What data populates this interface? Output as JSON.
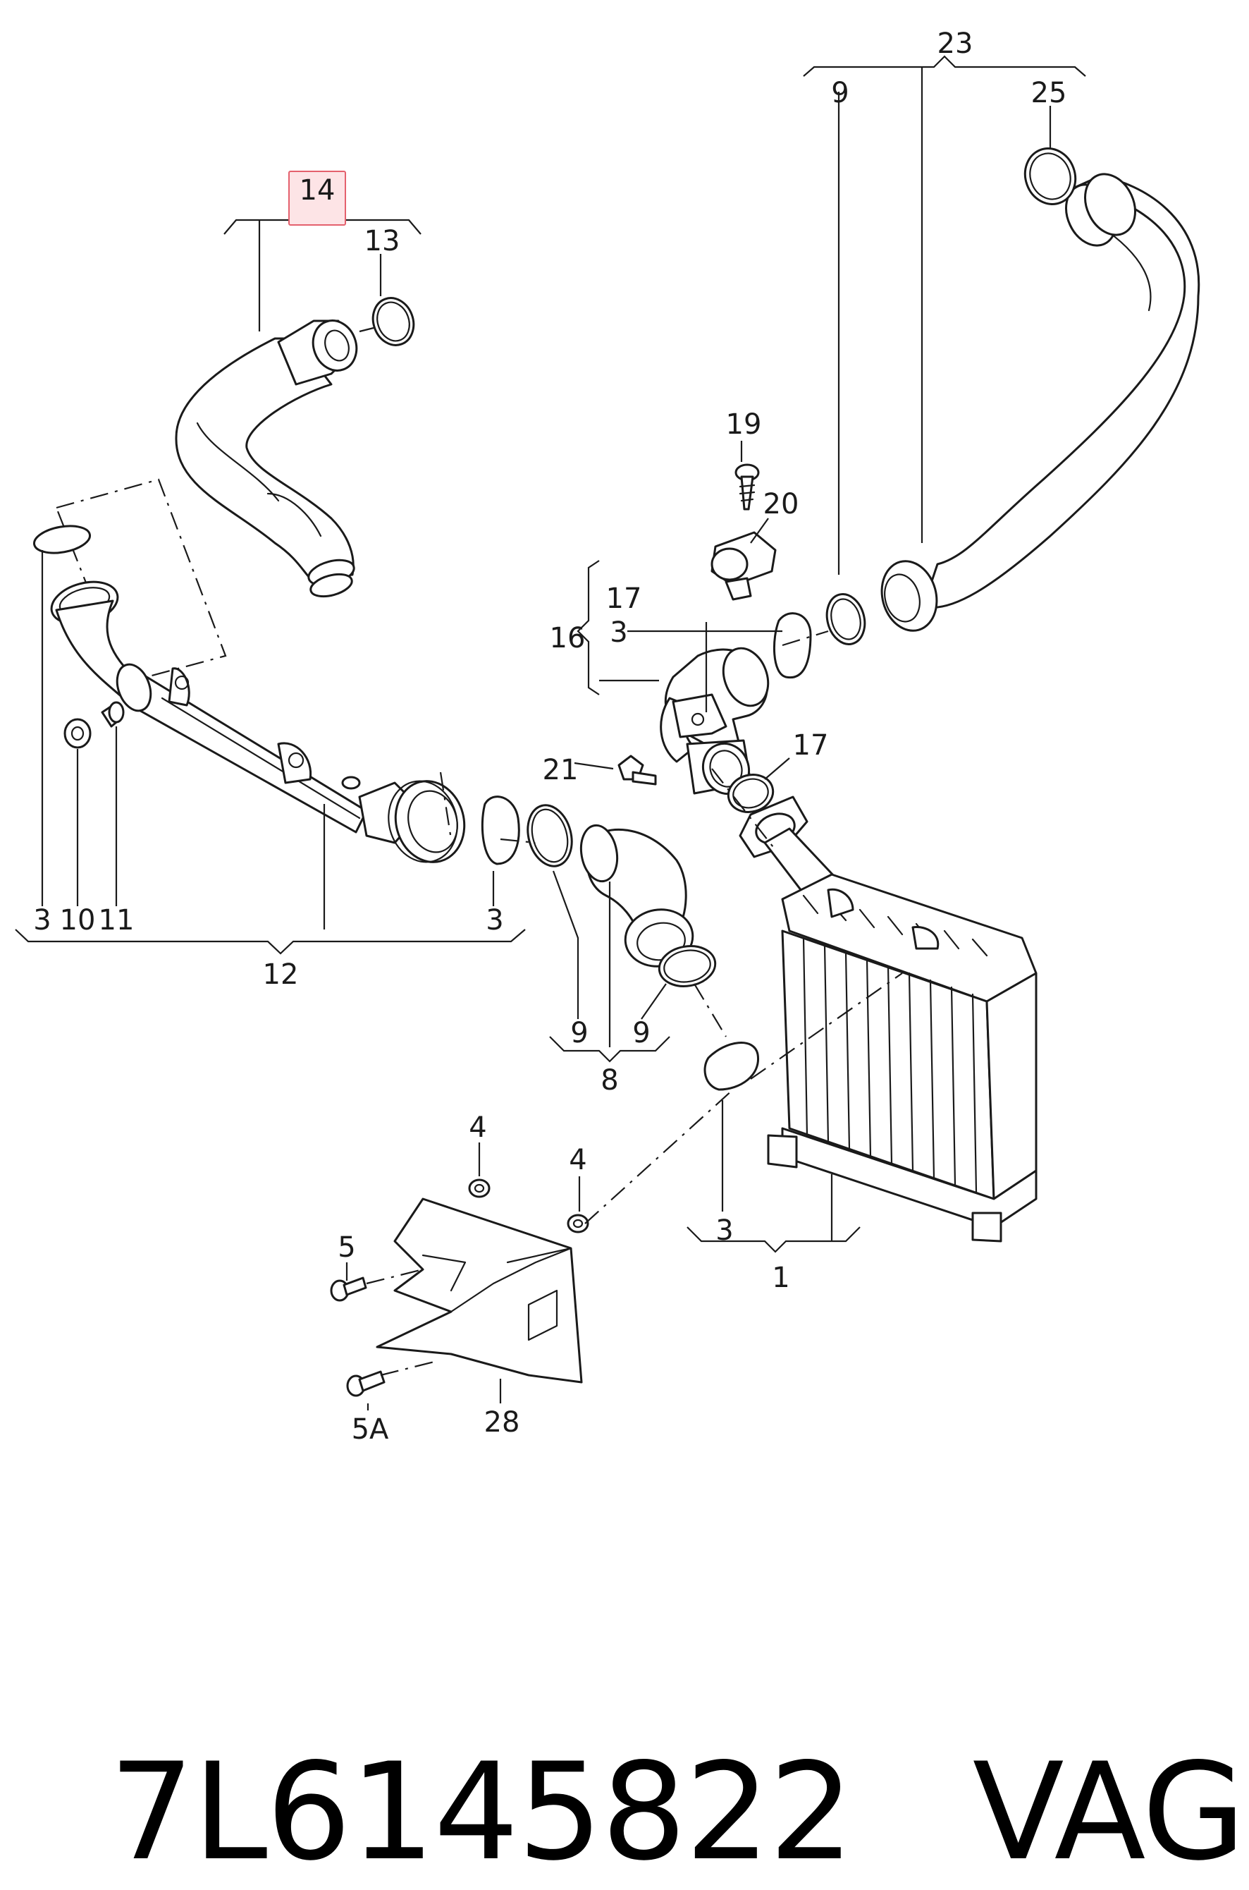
{
  "diagram": {
    "labels": {
      "n23": "23",
      "n9_top": "9",
      "n25": "25",
      "n14": "14",
      "n13": "13",
      "n19": "19",
      "n20": "20",
      "n17_top": "17",
      "n16": "16",
      "n3_upper": "3",
      "n21": "21",
      "n17_mid": "17",
      "n3_left": "3",
      "n10": "10",
      "n11": "11",
      "n3_mid": "3",
      "n12": "12",
      "n9_a": "9",
      "n9_b": "9",
      "n8": "8",
      "n4_a": "4",
      "n4_b": "4",
      "n5": "5",
      "n5A": "5A",
      "n28": "28",
      "n3_low": "3",
      "n1": "1"
    },
    "highlighted_label": "14",
    "highlight_color": "#e4606d"
  },
  "footer": {
    "part_number": "7L6145822",
    "brand": "VAG"
  }
}
